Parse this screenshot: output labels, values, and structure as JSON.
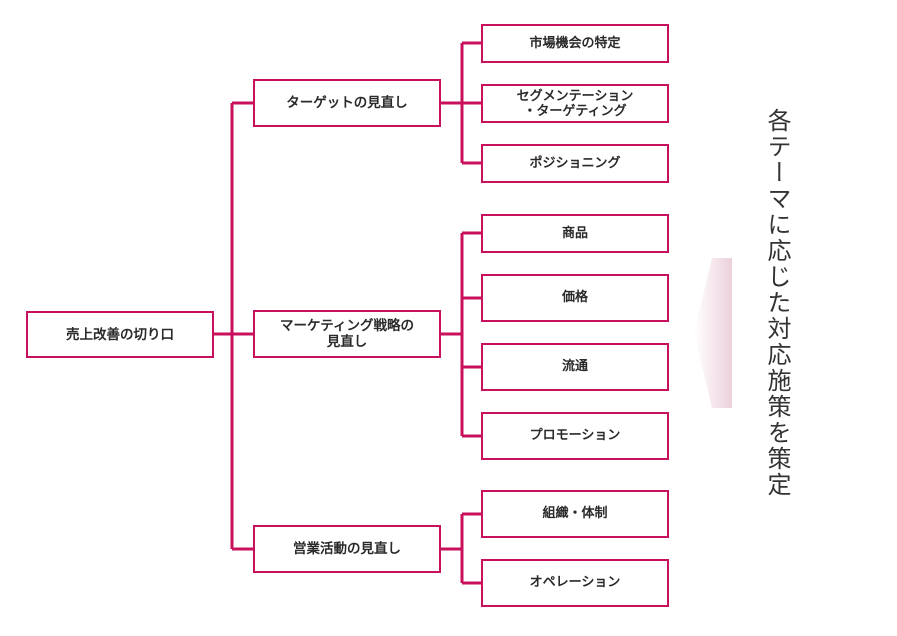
{
  "accent_color": "#c8105c",
  "root": {
    "label": "売上改善の切り口"
  },
  "branches": [
    {
      "label": "ターゲットの見直し",
      "children": [
        "市場機会の特定",
        "セグメンテーション\n・ターゲティング",
        "ポジショニング"
      ]
    },
    {
      "label": "マーケティング戦略の\n見直し",
      "children": [
        "商品",
        "価格",
        "流通",
        "プロモーション"
      ]
    },
    {
      "label": "営業活動の見直し",
      "children": [
        "組織・体制",
        "オペレーション"
      ]
    }
  ],
  "side_caption": "各テーマに応じた対応施策を策定"
}
